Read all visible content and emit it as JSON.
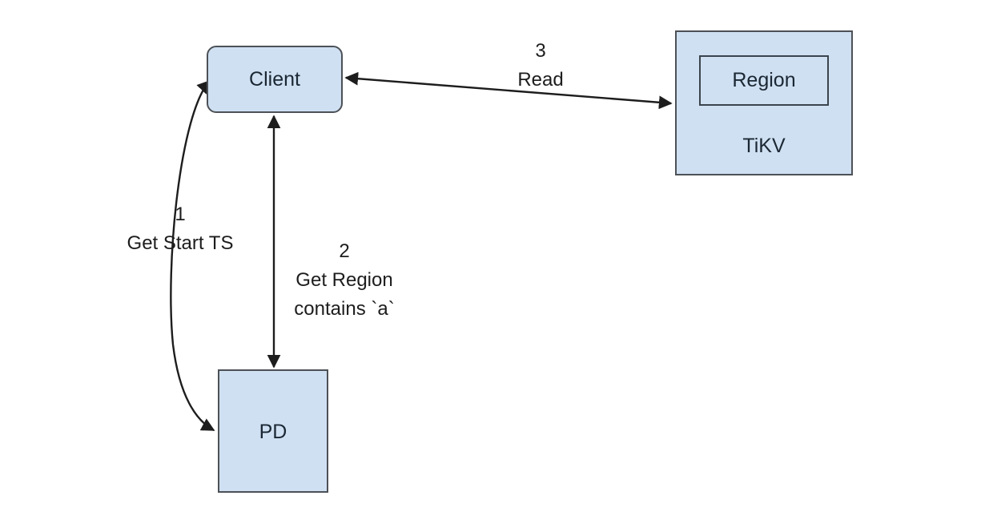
{
  "diagram": {
    "title": "TiKV read flow",
    "background": "#ffffff",
    "node_fill": "#cfe0f2",
    "node_stroke": "#4d5156",
    "edge_stroke": "#1d1d1d",
    "text_color": "#1b2733",
    "nodes": {
      "client": {
        "label": "Client"
      },
      "tikv": {
        "label": "TiKV"
      },
      "region": {
        "label": "Region"
      },
      "pd": {
        "label": "PD"
      }
    },
    "edges": {
      "get_start_ts": {
        "number": "1",
        "label": "Get Start TS",
        "from": "Client",
        "to": "PD"
      },
      "get_region": {
        "number": "2",
        "line1": "Get Region",
        "line2": "contains `a`",
        "from": "Client",
        "to": "PD"
      },
      "read": {
        "number": "3",
        "label": "Read",
        "from": "Client",
        "to": "TiKV"
      }
    }
  }
}
